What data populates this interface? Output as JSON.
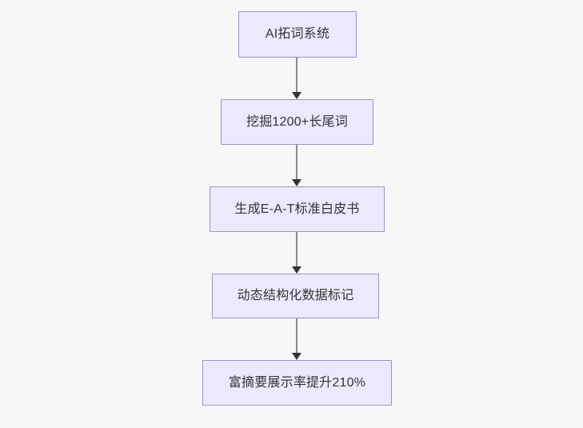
{
  "diagram": {
    "type": "flowchart",
    "direction": "top-to-bottom",
    "background_color": "#f7f7f7",
    "node_fill_color": "#ece9fc",
    "node_border_color": "#9e8fd0",
    "node_text_color": "#333333",
    "edge_line_color": "#8a8a8a",
    "edge_arrow_color": "#333333",
    "nodes": [
      {
        "id": "n1",
        "label": "AI拓词系统"
      },
      {
        "id": "n2",
        "label": "挖掘1200+长尾词"
      },
      {
        "id": "n3",
        "label": "生成E-A-T标准白皮书"
      },
      {
        "id": "n4",
        "label": "动态结构化数据标记"
      },
      {
        "id": "n5",
        "label": "富摘要展示率提升210%"
      }
    ],
    "edges": [
      {
        "id": "e1",
        "from": "n1",
        "to": "n2",
        "label": ""
      },
      {
        "id": "e2",
        "from": "n2",
        "to": "n3",
        "label": ""
      },
      {
        "id": "e3",
        "from": "n3",
        "to": "n4",
        "label": ""
      },
      {
        "id": "e4",
        "from": "n4",
        "to": "n5",
        "label": ""
      }
    ]
  }
}
